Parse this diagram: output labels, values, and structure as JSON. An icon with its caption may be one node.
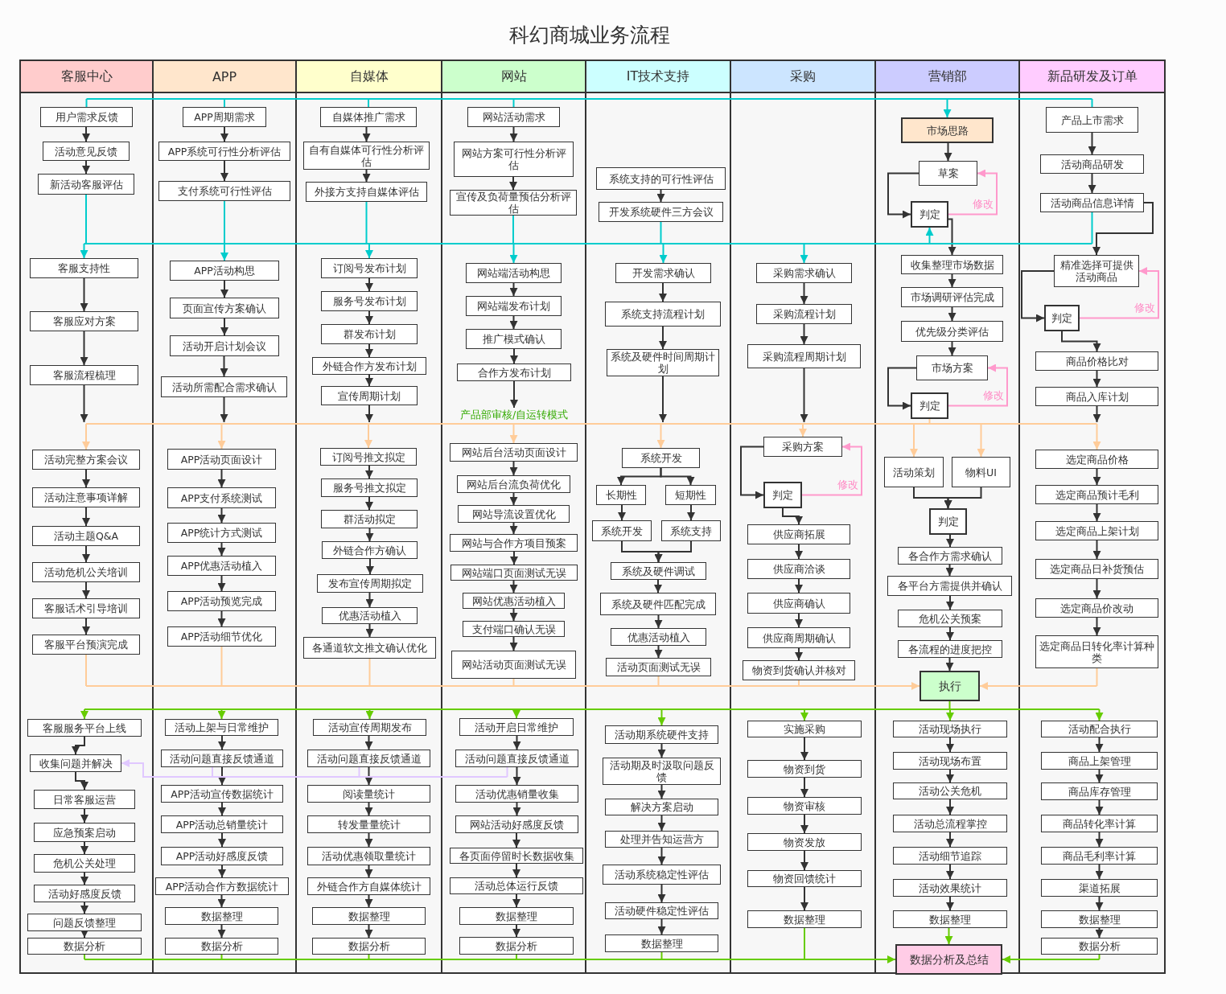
{
  "diagram": {
    "title": "科幻商城业务流程",
    "nodes": [
      {
        "text": [
          "客服中心"
        ]
      },
      {
        "text": [
          "用户需求反馈"
        ],
        "in": 0
      },
      {
        "text": [
          "活动意见反馈"
        ],
        "in": 0
      },
      {
        "text": [
          "新活动客服评估"
        ],
        "in": 0
      },
      {
        "text": [
          "客服支持性"
        ],
        "in": 0
      },
      {
        "text": [
          "客服应对方案"
        ],
        "in": 0
      },
      {
        "text": [
          "客服流程梳理"
        ],
        "in": 0
      },
      {
        "text": [
          "活动完整方案会议"
        ],
        "in": 0
      },
      {
        "text": [
          "活动注意事项详解"
        ],
        "in": 0
      },
      {
        "text": [
          "活动主题Q&A"
        ],
        "in": 0
      },
      {
        "text": [
          "活动危机公关培训"
        ],
        "in": 0
      },
      {
        "text": [
          "客服话术引导培训"
        ],
        "in": 0
      },
      {
        "text": [
          "客服平台预演完成"
        ],
        "in": 0
      },
      {
        "text": [
          "客服服务平台上线"
        ],
        "in": 0
      },
      {
        "text": [
          "收集问题并解决"
        ],
        "in": 0
      },
      {
        "text": [
          "日常客服运营"
        ],
        "in": 0
      },
      {
        "text": [
          "应急预案启动"
        ],
        "in": 0
      },
      {
        "text": [
          "危机公关处理"
        ],
        "in": 0
      },
      {
        "text": [
          "活动好感度反馈"
        ],
        "in": 0
      },
      {
        "text": [
          "问题反馈整理"
        ],
        "in": 0
      },
      {
        "text": [
          "数据分析"
        ],
        "in": 0
      },
      {
        "text": [
          "APP"
        ]
      },
      {
        "text": [
          "APP周期需求"
        ],
        "in": 21
      },
      {
        "text": [
          "APP系统可行性分析评估"
        ],
        "in": 21
      },
      {
        "text": [
          "支付系统可行性评估"
        ],
        "in": 21
      },
      {
        "text": [
          "APP活动构思"
        ],
        "in": 21
      },
      {
        "text": [
          "页面宣传方案确认"
        ],
        "in": 21
      },
      {
        "text": [
          "活动开启计划会议"
        ],
        "in": 21
      },
      {
        "text": [
          "活动所需配合需求确认"
        ],
        "in": 21
      },
      {
        "text": [
          "APP活动页面设计"
        ],
        "in": 21
      },
      {
        "text": [
          "APP支付系统测试"
        ],
        "in": 21
      },
      {
        "text": [
          "APP统计方式测试"
        ],
        "in": 21
      },
      {
        "text": [
          "APP优惠活动植入"
        ],
        "in": 21
      },
      {
        "text": [
          "APP活动预览完成"
        ],
        "in": 21
      },
      {
        "text": [
          "APP活动细节优化"
        ],
        "in": 21
      },
      {
        "text": [
          "活动上架与日常维护"
        ],
        "in": 21
      },
      {
        "text": [
          "活动问题直接反馈通道"
        ],
        "in": 21
      },
      {
        "text": [
          "APP活动宣传数据统计"
        ],
        "in": 21
      },
      {
        "text": [
          "APP活动总销量统计"
        ],
        "in": 21
      },
      {
        "text": [
          "APP活动好感度反馈"
        ],
        "in": 21
      },
      {
        "text": [
          "APP活动合作方数据统计"
        ],
        "in": 21
      },
      {
        "text": [
          "数据整理"
        ],
        "in": 21
      },
      {
        "text": [
          "数据分析"
        ],
        "in": 21
      },
      {
        "text": [
          "自媒体"
        ]
      },
      {
        "text": [
          "自媒体推广需求"
        ],
        "in": 43
      },
      {
        "text": [
          "自有自媒体可行性分析评估"
        ],
        "in": 43
      },
      {
        "text": [
          "外接方支持自媒体评估"
        ],
        "in": 43
      },
      {
        "text": [
          "订阅号发布计划"
        ],
        "in": 43
      },
      {
        "text": [
          "服务号发布计划"
        ],
        "in": 43
      },
      {
        "text": [
          "群发布计划"
        ],
        "in": 43
      },
      {
        "text": [
          "外链合作方发布计划"
        ],
        "in": 43
      },
      {
        "text": [
          "宣传周期计划"
        ],
        "in": 43
      },
      {
        "text": [
          "订阅号推文拟定"
        ],
        "in": 43
      },
      {
        "text": [
          "服务号推文拟定"
        ],
        "in": 43
      },
      {
        "text": [
          "群活动拟定"
        ],
        "in": 43
      },
      {
        "text": [
          "外链合作方确认"
        ],
        "in": 43
      },
      {
        "text": [
          "发布宣传周期拟定"
        ],
        "in": 43
      },
      {
        "text": [
          "优惠活动植入"
        ],
        "in": 43
      },
      {
        "text": [
          "各通道软文推文确认优化"
        ],
        "in": 43
      },
      {
        "text": [
          "活动宣传周期发布"
        ],
        "in": 43
      },
      {
        "text": [
          "活动问题直接反馈通道"
        ],
        "in": 43
      },
      {
        "text": [
          "阅读量统计"
        ],
        "in": 43
      },
      {
        "text": [
          "转发量量统计"
        ],
        "in": 43
      },
      {
        "text": [
          "活动优惠领取量统计"
        ],
        "in": 43
      },
      {
        "text": [
          "外链合作方自媒体统计"
        ],
        "in": 43
      },
      {
        "text": [
          "数据整理"
        ],
        "in": 43
      },
      {
        "text": [
          "数据分析"
        ],
        "in": 43
      },
      {
        "text": [
          "网站"
        ]
      },
      {
        "text": [
          "网站活动需求"
        ],
        "in": 67
      },
      {
        "text": [
          "网站方案可行性分析评估"
        ],
        "in": 67
      },
      {
        "text": [
          "宣传及负荷量预估分析评估"
        ],
        "in": 67
      },
      {
        "text": [
          "网站端活动构思"
        ],
        "in": 67
      },
      {
        "text": [
          "网站端发布计划"
        ],
        "in": 67
      },
      {
        "text": [
          "推广模式确认"
        ],
        "in": 67
      },
      {
        "text": [
          "合作方发布计划"
        ],
        "in": 67
      },
      {
        "text": [
          "产品部审核/自运转模式"
        ],
        "in": 67
      },
      {
        "text": [
          "网站后台活动页面设计"
        ],
        "in": 67
      },
      {
        "text": [
          "网站后台流负荷优化"
        ],
        "in": 67
      },
      {
        "text": [
          "网站导流设置优化"
        ],
        "in": 67
      },
      {
        "text": [
          "网站与合作方项目预案"
        ],
        "in": 67
      },
      {
        "text": [
          "网站端口页面测试无误"
        ],
        "in": 67
      },
      {
        "text": [
          "网站优惠活动植入"
        ],
        "in": 67
      },
      {
        "text": [
          "支付端口确认无误"
        ],
        "in": 67
      },
      {
        "text": [
          "网站活动页面测试无误"
        ],
        "in": 67
      },
      {
        "text": [
          "活动开启日常维护"
        ],
        "in": 67
      },
      {
        "text": [
          "活动问题直接反馈通道"
        ],
        "in": 67
      },
      {
        "text": [
          "活动优惠销量收集"
        ],
        "in": 67
      },
      {
        "text": [
          "网站活动好感度反馈"
        ],
        "in": 67
      },
      {
        "text": [
          "各页面停留时长数据收集"
        ],
        "in": 67
      },
      {
        "text": [
          "活动总体运行反馈"
        ],
        "in": 67
      },
      {
        "text": [
          "数据整理"
        ],
        "in": 67
      },
      {
        "text": [
          "数据分析"
        ],
        "in": 67
      },
      {
        "text": [
          "IT技术支持"
        ]
      },
      {
        "text": [
          "系统支持的可行性评估"
        ],
        "in": 92
      },
      {
        "text": [
          "开发系统硬件三方会议"
        ],
        "in": 92
      },
      {
        "text": [
          "开发需求确认"
        ],
        "in": 92
      },
      {
        "text": [
          "系统支持流程计划"
        ],
        "in": 92
      },
      {
        "text": [
          "系统及硬件时间周期计划"
        ],
        "in": 92
      },
      {
        "text": [
          "系统开发"
        ],
        "in": 92
      },
      {
        "text": [
          "长期性"
        ],
        "in": 92
      },
      {
        "text": [
          "短期性"
        ],
        "in": 92
      },
      {
        "text": [
          "系统开发"
        ],
        "in": 92
      },
      {
        "text": [
          "系统支持"
        ],
        "in": 92
      },
      {
        "text": [
          "系统及硬件调试"
        ],
        "in": 92
      },
      {
        "text": [
          "系统及硬件匹配完成"
        ],
        "in": 92
      },
      {
        "text": [
          "优惠活动植入"
        ],
        "in": 92
      },
      {
        "text": [
          "活动页面测试无误"
        ],
        "in": 92
      },
      {
        "text": [
          "活动期系统硬件支持"
        ],
        "in": 92
      },
      {
        "text": [
          "活动期及时汲取问题反馈"
        ],
        "in": 92
      },
      {
        "text": [
          "解决方案启动"
        ],
        "in": 92
      },
      {
        "text": [
          "处理并告知运营方"
        ],
        "in": 92
      },
      {
        "text": [
          "活动系统稳定性评估"
        ],
        "in": 92
      },
      {
        "text": [
          "活动硬件稳定性评估"
        ],
        "in": 92
      },
      {
        "text": [
          "数据整理"
        ],
        "in": 92
      },
      {
        "text": [
          "采购"
        ]
      },
      {
        "text": [
          "采购需求确认"
        ],
        "in": 114
      },
      {
        "text": [
          "采购流程计划"
        ],
        "in": 114
      },
      {
        "text": [
          "采购流程周期计划"
        ],
        "in": 114
      },
      {
        "text": [
          "采购方案"
        ],
        "in": 114
      },
      {
        "text": [
          "判定"
        ],
        "in": 114
      },
      {
        "text": [
          "供应商拓展"
        ],
        "in": 114
      },
      {
        "text": [
          "供应商洽谈"
        ],
        "in": 114
      },
      {
        "text": [
          "供应商确认"
        ],
        "in": 114
      },
      {
        "text": [
          "供应商周期确认"
        ],
        "in": 114
      },
      {
        "text": [
          "物资到货确认并核对"
        ],
        "in": 114
      },
      {
        "text": [
          "实施采购"
        ],
        "in": 114
      },
      {
        "text": [
          "物资到货"
        ],
        "in": 114
      },
      {
        "text": [
          "物资审核"
        ],
        "in": 114
      },
      {
        "text": [
          "物资发放"
        ],
        "in": 114
      },
      {
        "text": [
          "物资回馈统计"
        ],
        "in": 114
      },
      {
        "text": [
          "数据整理"
        ],
        "in": 114
      },
      {
        "text": [
          "营销部"
        ]
      },
      {
        "text": [
          "市场思路"
        ],
        "in": 131
      },
      {
        "text": [
          "草案"
        ],
        "in": 131
      },
      {
        "text": [
          "判定"
        ],
        "in": 131
      },
      {
        "text": [
          "收集整理市场数据"
        ],
        "in": 131
      },
      {
        "text": [
          "市场调研评估完成"
        ],
        "in": 131
      },
      {
        "text": [
          "优先级分类评估"
        ],
        "in": 131
      },
      {
        "text": [
          "市场方案"
        ],
        "in": 131
      },
      {
        "text": [
          "判定"
        ],
        "in": 131
      },
      {
        "text": [
          "活动策划"
        ],
        "in": 131
      },
      {
        "text": [
          "物料UI"
        ],
        "in": 131
      },
      {
        "text": [
          "判定"
        ],
        "in": 131
      },
      {
        "text": [
          "各合作方需求确认"
        ],
        "in": 131
      },
      {
        "text": [
          "各平台方需提供并确认"
        ],
        "in": 131
      },
      {
        "text": [
          "危机公关预案"
        ],
        "in": 131
      },
      {
        "text": [
          "各流程的进度把控"
        ],
        "in": 131
      },
      {
        "text": [
          "执行"
        ],
        "in": 131
      },
      {
        "text": [
          "活动现场执行"
        ],
        "in": 131
      },
      {
        "text": [
          "活动现场布置"
        ],
        "in": 131
      },
      {
        "text": [
          "活动公关危机"
        ],
        "in": 131
      },
      {
        "text": [
          "活动总流程掌控"
        ],
        "in": 131
      },
      {
        "text": [
          "活动细节追踪"
        ],
        "in": 131
      },
      {
        "text": [
          "活动效果统计"
        ],
        "in": 131
      },
      {
        "text": [
          "数据整理"
        ],
        "in": 131
      },
      {
        "text": [
          "数据分析及总结"
        ],
        "in": 131
      },
      {
        "text": [
          "新品研发及订单"
        ]
      },
      {
        "text": [
          "产品上市需求"
        ],
        "in": 156
      },
      {
        "text": [
          "活动商品研发"
        ],
        "in": 156
      },
      {
        "text": [
          "活动商品信息详情"
        ],
        "in": 156
      },
      {
        "text": [
          "精准选择可提供活动商品"
        ],
        "in": 156
      },
      {
        "text": [
          "判定"
        ],
        "in": 156
      },
      {
        "text": [
          "商品价格比对"
        ],
        "in": 156
      },
      {
        "text": [
          "商品入库计划"
        ],
        "in": 156
      },
      {
        "text": [
          "选定商品价格"
        ],
        "in": 156
      },
      {
        "text": [
          "选定商品预计毛利"
        ],
        "in": 156
      },
      {
        "text": [
          "选定商品上架计划"
        ],
        "in": 156
      },
      {
        "text": [
          "选定商品日补货预估"
        ],
        "in": 156
      },
      {
        "text": [
          "选定商品价改动"
        ],
        "in": 156
      },
      {
        "text": [
          "选定商品日转化率计算种类"
        ],
        "in": 156
      },
      {
        "text": [
          "活动配合执行"
        ],
        "in": 156
      },
      {
        "text": [
          "商品上架管理"
        ],
        "in": 156
      },
      {
        "text": [
          "商品库存管理"
        ],
        "in": 156
      },
      {
        "text": [
          "商品转化率计算"
        ],
        "in": 156
      },
      {
        "text": [
          "商品毛利率计算"
        ],
        "in": 156
      },
      {
        "text": [
          "渠道拓展"
        ],
        "in": 156
      },
      {
        "text": [
          "数据整理"
        ],
        "in": 156
      },
      {
        "text": [
          "数据分析"
        ],
        "in": 156
      }
    ],
    "edges": [
      {
        "from": 1,
        "to": 2,
        "arrow": "to"
      },
      {
        "from": 2,
        "to": 3,
        "arrow": "to"
      },
      {
        "from": 4,
        "to": 5,
        "arrow": "to"
      },
      {
        "from": 5,
        "to": 6,
        "arrow": "to"
      },
      {
        "from": 7,
        "to": 8,
        "arrow": "to"
      },
      {
        "from": 8,
        "to": 9,
        "arrow": "to"
      },
      {
        "from": 9,
        "to": 10,
        "arrow": "to"
      },
      {
        "from": 10,
        "to": 11,
        "arrow": "to"
      },
      {
        "from": 11,
        "to": 12,
        "arrow": "to"
      },
      {
        "from": 13,
        "to": 14,
        "arrow": "to"
      },
      {
        "from": 14,
        "to": 15,
        "arrow": "to"
      },
      {
        "from": 15,
        "to": 16,
        "arrow": "to"
      },
      {
        "from": 16,
        "to": 17,
        "arrow": "to"
      },
      {
        "from": 17,
        "to": 18,
        "arrow": "to"
      },
      {
        "from": 18,
        "to": 19,
        "arrow": "to"
      },
      {
        "from": 19,
        "to": 20,
        "arrow": "to"
      },
      {
        "from": 22,
        "to": 23,
        "arrow": "to"
      },
      {
        "from": 23,
        "to": 24,
        "arrow": "to"
      },
      {
        "from": 25,
        "to": 26,
        "arrow": "to"
      },
      {
        "from": 26,
        "to": 27,
        "arrow": "to"
      },
      {
        "from": 27,
        "to": 28,
        "arrow": "to"
      },
      {
        "from": 29,
        "to": 30,
        "arrow": "to"
      },
      {
        "from": 30,
        "to": 31,
        "arrow": "to"
      },
      {
        "from": 31,
        "to": 32,
        "arrow": "to"
      },
      {
        "from": 32,
        "to": 33,
        "arrow": "to"
      },
      {
        "from": 33,
        "to": 34,
        "arrow": "to"
      },
      {
        "from": 35,
        "to": 36,
        "arrow": "to"
      },
      {
        "from": 36,
        "to": 37,
        "arrow": "to"
      },
      {
        "from": 37,
        "to": 38,
        "arrow": "to"
      },
      {
        "from": 38,
        "to": 39,
        "arrow": "to"
      },
      {
        "from": 39,
        "to": 40,
        "arrow": "to"
      },
      {
        "from": 40,
        "to": 41,
        "arrow": "to"
      },
      {
        "from": 41,
        "to": 42,
        "arrow": "to"
      },
      {
        "from": 44,
        "to": 45,
        "arrow": "to"
      },
      {
        "from": 45,
        "to": 46,
        "arrow": "to"
      },
      {
        "from": 47,
        "to": 48,
        "arrow": "to"
      },
      {
        "from": 48,
        "to": 49,
        "arrow": "to"
      },
      {
        "from": 49,
        "to": 50,
        "arrow": "to"
      },
      {
        "from": 50,
        "to": 51,
        "arrow": "to"
      },
      {
        "from": 52,
        "to": 53,
        "arrow": "to"
      },
      {
        "from": 53,
        "to": 54,
        "arrow": "to"
      },
      {
        "from": 54,
        "to": 55,
        "arrow": "to"
      },
      {
        "from": 55,
        "to": 56,
        "arrow": "to"
      },
      {
        "from": 56,
        "to": 57,
        "arrow": "to"
      },
      {
        "from": 57,
        "to": 58,
        "arrow": "to"
      },
      {
        "from": 59,
        "to": 60,
        "arrow": "to"
      },
      {
        "from": 60,
        "to": 61,
        "arrow": "to"
      },
      {
        "from": 61,
        "to": 62,
        "arrow": "to"
      },
      {
        "from": 62,
        "to": 63,
        "arrow": "to"
      },
      {
        "from": 63,
        "to": 64,
        "arrow": "to"
      },
      {
        "from": 64,
        "to": 65,
        "arrow": "to"
      },
      {
        "from": 65,
        "to": 66,
        "arrow": "to"
      },
      {
        "from": 68,
        "to": 69,
        "arrow": "to"
      },
      {
        "from": 69,
        "to": 70,
        "arrow": "to"
      },
      {
        "from": 71,
        "to": 72,
        "arrow": "to"
      },
      {
        "from": 72,
        "to": 73,
        "arrow": "to"
      },
      {
        "from": 73,
        "to": 74,
        "arrow": "to"
      },
      {
        "from": 74,
        "to": 75,
        "arrow": "to"
      },
      {
        "from": 76,
        "to": 77,
        "arrow": "to"
      },
      {
        "from": 77,
        "to": 78,
        "arrow": "to"
      },
      {
        "from": 78,
        "to": 79,
        "arrow": "to"
      },
      {
        "from": 79,
        "to": 80,
        "arrow": "to"
      },
      {
        "from": 80,
        "to": 81,
        "arrow": "to"
      },
      {
        "from": 81,
        "to": 82,
        "arrow": "to"
      },
      {
        "from": 82,
        "to": 83,
        "arrow": "to"
      },
      {
        "from": 84,
        "to": 85,
        "arrow": "to"
      },
      {
        "from": 85,
        "to": 86,
        "arrow": "to"
      },
      {
        "from": 86,
        "to": 87,
        "arrow": "to"
      },
      {
        "from": 87,
        "to": 88,
        "arrow": "to"
      },
      {
        "from": 88,
        "to": 89,
        "arrow": "to"
      },
      {
        "from": 89,
        "to": 90,
        "arrow": "to"
      },
      {
        "from": 90,
        "to": 91,
        "arrow": "to"
      },
      {
        "from": 93,
        "to": 94,
        "arrow": "to"
      },
      {
        "from": 95,
        "to": 96,
        "arrow": "to"
      },
      {
        "from": 96,
        "to": 97,
        "arrow": "to"
      },
      {
        "from": 98,
        "to": 99,
        "arrow": "to"
      },
      {
        "from": 98,
        "to": 100,
        "arrow": "to"
      },
      {
        "from": 99,
        "to": 101,
        "arrow": "to"
      },
      {
        "from": 100,
        "to": 102,
        "arrow": "to"
      },
      {
        "from": 101,
        "to": 103,
        "arrow": "to"
      },
      {
        "from": 102,
        "to": 103,
        "arrow": "to"
      },
      {
        "from": 103,
        "to": 104,
        "arrow": "to"
      },
      {
        "from": 104,
        "to": 105,
        "arrow": "to"
      },
      {
        "from": 105,
        "to": 106,
        "arrow": "to"
      },
      {
        "from": 107,
        "to": 108,
        "arrow": "to"
      },
      {
        "from": 108,
        "to": 109,
        "arrow": "to"
      },
      {
        "from": 109,
        "to": 110,
        "arrow": "to"
      },
      {
        "from": 110,
        "to": 111,
        "arrow": "to"
      },
      {
        "from": 111,
        "to": 112,
        "arrow": "to"
      },
      {
        "from": 112,
        "to": 113,
        "arrow": "to"
      },
      {
        "from": 115,
        "to": 116,
        "arrow": "to"
      },
      {
        "from": 116,
        "to": 117,
        "arrow": "to"
      },
      {
        "from": 118,
        "to": 119,
        "arrow": "to"
      },
      {
        "from": 119,
        "to": 118,
        "arrow": "to",
        "label": "修改",
        "color": "#ff99cc"
      },
      {
        "from": 119,
        "to": 120,
        "arrow": "to"
      },
      {
        "from": 120,
        "to": 121,
        "arrow": "to"
      },
      {
        "from": 121,
        "to": 122,
        "arrow": "to"
      },
      {
        "from": 122,
        "to": 123,
        "arrow": "to"
      },
      {
        "from": 123,
        "to": 124,
        "arrow": "to"
      },
      {
        "from": 125,
        "to": 126,
        "arrow": "to"
      },
      {
        "from": 126,
        "to": 127,
        "arrow": "to"
      },
      {
        "from": 127,
        "to": 128,
        "arrow": "to"
      },
      {
        "from": 128,
        "to": 129,
        "arrow": "to"
      },
      {
        "from": 129,
        "to": 130,
        "arrow": "to"
      },
      {
        "from": 132,
        "to": 133,
        "arrow": "to"
      },
      {
        "from": 133,
        "to": 134,
        "arrow": "to"
      },
      {
        "from": 134,
        "to": 133,
        "arrow": "to",
        "label": "修改",
        "color": "#ff99cc"
      },
      {
        "from": 134,
        "to": 135,
        "arrow": "to"
      },
      {
        "from": 135,
        "to": 136,
        "arrow": "to"
      },
      {
        "from": 136,
        "to": 137,
        "arrow": "to"
      },
      {
        "from": 137,
        "to": 138,
        "arrow": "to"
      },
      {
        "from": 138,
        "to": 139,
        "arrow": "to"
      },
      {
        "from": 139,
        "to": 138,
        "arrow": "to",
        "label": "修改",
        "color": "#ff99cc"
      },
      {
        "from": 140,
        "to": 142,
        "arrow": "to"
      },
      {
        "from": 141,
        "to": 142,
        "arrow": "to"
      },
      {
        "from": 142,
        "to": 143,
        "arrow": "to"
      },
      {
        "from": 143,
        "to": 144,
        "arrow": "to"
      },
      {
        "from": 144,
        "to": 145,
        "arrow": "to"
      },
      {
        "from": 145,
        "to": 146,
        "arrow": "to"
      },
      {
        "from": 146,
        "to": 147,
        "arrow": "to"
      },
      {
        "from": 148,
        "to": 149,
        "arrow": "to"
      },
      {
        "from": 149,
        "to": 150,
        "arrow": "to"
      },
      {
        "from": 150,
        "to": 151,
        "arrow": "to"
      },
      {
        "from": 151,
        "to": 152,
        "arrow": "to"
      },
      {
        "from": 152,
        "to": 153,
        "arrow": "to"
      },
      {
        "from": 153,
        "to": 154,
        "arrow": "to"
      },
      {
        "from": 157,
        "to": 158,
        "arrow": "to"
      },
      {
        "from": 158,
        "to": 159,
        "arrow": "to"
      },
      {
        "from": 159,
        "to": 160,
        "arrow": "to"
      },
      {
        "from": 160,
        "to": 161,
        "arrow": "to"
      },
      {
        "from": 161,
        "to": 160,
        "arrow": "to",
        "label": "修改",
        "color": "#ff99cc"
      },
      {
        "from": 161,
        "to": 162,
        "arrow": "to"
      },
      {
        "from": 162,
        "to": 163,
        "arrow": "to"
      },
      {
        "from": 164,
        "to": 165,
        "arrow": "to"
      },
      {
        "from": 165,
        "to": 166,
        "arrow": "to"
      },
      {
        "from": 166,
        "to": 167,
        "arrow": "to"
      },
      {
        "from": 167,
        "to": 168,
        "arrow": "to"
      },
      {
        "from": 168,
        "to": 169,
        "arrow": "to"
      },
      {
        "from": 170,
        "to": 171,
        "arrow": "to"
      },
      {
        "from": 171,
        "to": 172,
        "arrow": "to"
      },
      {
        "from": 172,
        "to": 173,
        "arrow": "to"
      },
      {
        "from": 173,
        "to": 174,
        "arrow": "to"
      },
      {
        "from": 174,
        "to": 175,
        "arrow": "to"
      },
      {
        "from": 175,
        "to": 176,
        "arrow": "to"
      },
      {
        "from": 176,
        "to": 177,
        "arrow": "to"
      },
      {
        "from": 1,
        "to": 132,
        "arrow": "to",
        "color": "#00cccc"
      },
      {
        "from": 22,
        "to": 132,
        "arrow": "to",
        "color": "#00cccc"
      },
      {
        "from": 44,
        "to": 132,
        "arrow": "to",
        "color": "#00cccc"
      },
      {
        "from": 68,
        "to": 132,
        "arrow": "to",
        "color": "#00cccc"
      },
      {
        "from": 157,
        "to": 132,
        "arrow": "to",
        "color": "#00cccc"
      },
      {
        "from": 3,
        "to": 4,
        "arrow": "to",
        "color": "#00cccc"
      },
      {
        "from": 3,
        "to": 25,
        "arrow": "to",
        "color": "#00cccc"
      },
      {
        "from": 3,
        "to": 47,
        "arrow": "to",
        "color": "#00cccc"
      },
      {
        "from": 3,
        "to": 71,
        "arrow": "to",
        "color": "#00cccc"
      },
      {
        "from": 3,
        "to": 95,
        "arrow": "to",
        "color": "#00cccc"
      },
      {
        "from": 3,
        "to": 115,
        "arrow": "to",
        "color": "#00cccc"
      },
      {
        "from": 3,
        "to": 134,
        "arrow": "to",
        "color": "#00cccc"
      },
      {
        "from": 24,
        "to": 4,
        "arrow": "to",
        "color": "#00cccc"
      },
      {
        "from": 24,
        "to": 25,
        "arrow": "to",
        "color": "#00cccc"
      },
      {
        "from": 24,
        "to": 47,
        "arrow": "to",
        "color": "#00cccc"
      },
      {
        "from": 24,
        "to": 71,
        "arrow": "to",
        "color": "#00cccc"
      },
      {
        "from": 24,
        "to": 95,
        "arrow": "to",
        "color": "#00cccc"
      },
      {
        "from": 24,
        "to": 115,
        "arrow": "to",
        "color": "#00cccc"
      },
      {
        "from": 24,
        "to": 134,
        "arrow": "to",
        "color": "#00cccc"
      },
      {
        "from": 46,
        "to": 4,
        "arrow": "to",
        "color": "#00cccc"
      },
      {
        "from": 46,
        "to": 25,
        "arrow": "to",
        "color": "#00cccc"
      },
      {
        "from": 46,
        "to": 47,
        "arrow": "to",
        "color": "#00cccc"
      },
      {
        "from": 46,
        "to": 71,
        "arrow": "to",
        "color": "#00cccc"
      },
      {
        "from": 46,
        "to": 95,
        "arrow": "to",
        "color": "#00cccc"
      },
      {
        "from": 46,
        "to": 115,
        "arrow": "to",
        "color": "#00cccc"
      },
      {
        "from": 46,
        "to": 134,
        "arrow": "to",
        "color": "#00cccc"
      },
      {
        "from": 70,
        "to": 4,
        "arrow": "to",
        "color": "#00cccc"
      },
      {
        "from": 70,
        "to": 25,
        "arrow": "to",
        "color": "#00cccc"
      },
      {
        "from": 70,
        "to": 47,
        "arrow": "to",
        "color": "#00cccc"
      },
      {
        "from": 70,
        "to": 71,
        "arrow": "to",
        "color": "#00cccc"
      },
      {
        "from": 70,
        "to": 95,
        "arrow": "to",
        "color": "#00cccc"
      },
      {
        "from": 70,
        "to": 115,
        "arrow": "to",
        "color": "#00cccc"
      },
      {
        "from": 70,
        "to": 134,
        "arrow": "to",
        "color": "#00cccc"
      },
      {
        "from": 94,
        "to": 4,
        "arrow": "to",
        "color": "#00cccc"
      },
      {
        "from": 94,
        "to": 25,
        "arrow": "to",
        "color": "#00cccc"
      },
      {
        "from": 94,
        "to": 47,
        "arrow": "to",
        "color": "#00cccc"
      },
      {
        "from": 94,
        "to": 71,
        "arrow": "to",
        "color": "#00cccc"
      },
      {
        "from": 94,
        "to": 95,
        "arrow": "to",
        "color": "#00cccc"
      },
      {
        "from": 94,
        "to": 115,
        "arrow": "to",
        "color": "#00cccc"
      },
      {
        "from": 94,
        "to": 134,
        "arrow": "to",
        "color": "#00cccc"
      },
      {
        "from": 159,
        "to": 4,
        "arrow": "to",
        "color": "#00cccc"
      },
      {
        "from": 159,
        "to": 25,
        "arrow": "to",
        "color": "#00cccc"
      },
      {
        "from": 159,
        "to": 47,
        "arrow": "to",
        "color": "#00cccc"
      },
      {
        "from": 159,
        "to": 71,
        "arrow": "to",
        "color": "#00cccc"
      },
      {
        "from": 159,
        "to": 95,
        "arrow": "to",
        "color": "#00cccc"
      },
      {
        "from": 159,
        "to": 115,
        "arrow": "to",
        "color": "#00cccc"
      },
      {
        "from": 159,
        "to": 134,
        "arrow": "to",
        "color": "#00cccc"
      },
      {
        "from": 6,
        "to": 7,
        "arrow": "to"
      },
      {
        "from": 28,
        "to": 29,
        "arrow": "to"
      },
      {
        "from": 51,
        "to": 52,
        "arrow": "to"
      },
      {
        "from": 97,
        "to": 98,
        "arrow": "to"
      },
      {
        "from": 117,
        "to": 118,
        "arrow": "to"
      },
      {
        "from": 163,
        "to": 164,
        "arrow": "to"
      },
      {
        "from": 139,
        "to": 7,
        "arrow": "to",
        "color": "#ffcc99"
      },
      {
        "from": 139,
        "to": 29,
        "arrow": "to",
        "color": "#ffcc99"
      },
      {
        "from": 139,
        "to": 52,
        "arrow": "to",
        "color": "#ffcc99"
      },
      {
        "from": 139,
        "to": 76,
        "arrow": "to",
        "color": "#ffcc99"
      },
      {
        "from": 139,
        "to": 98,
        "arrow": "to",
        "color": "#ffcc99"
      },
      {
        "from": 139,
        "to": 118,
        "arrow": "to",
        "color": "#ffcc99"
      },
      {
        "from": 139,
        "to": 140,
        "arrow": "to",
        "color": "#ffcc99"
      },
      {
        "from": 139,
        "to": 141,
        "arrow": "to",
        "color": "#ffcc99"
      },
      {
        "from": 139,
        "to": 164,
        "arrow": "to",
        "color": "#ffcc99"
      },
      {
        "from": 12,
        "to": 147,
        "arrow": "to",
        "color": "#ffcc99"
      },
      {
        "from": 34,
        "to": 147,
        "arrow": "to",
        "color": "#ffcc99"
      },
      {
        "from": 58,
        "to": 147,
        "arrow": "to",
        "color": "#ffcc99"
      },
      {
        "from": 83,
        "to": 147,
        "arrow": "to",
        "color": "#ffcc99"
      },
      {
        "from": 106,
        "to": 147,
        "arrow": "to",
        "color": "#ffcc99"
      },
      {
        "from": 124,
        "to": 147,
        "arrow": "to",
        "color": "#ffcc99"
      },
      {
        "from": 169,
        "to": 147,
        "arrow": "to",
        "color": "#ffcc99"
      },
      {
        "from": 147,
        "to": 13,
        "arrow": "to",
        "color": "#66cc00"
      },
      {
        "from": 147,
        "to": 35,
        "arrow": "to",
        "color": "#66cc00"
      },
      {
        "from": 147,
        "to": 59,
        "arrow": "to",
        "color": "#66cc00"
      },
      {
        "from": 147,
        "to": 84,
        "arrow": "to",
        "color": "#66cc00"
      },
      {
        "from": 147,
        "to": 107,
        "arrow": "to",
        "color": "#66cc00"
      },
      {
        "from": 147,
        "to": 125,
        "arrow": "to",
        "color": "#66cc00"
      },
      {
        "from": 147,
        "to": 148,
        "arrow": "to",
        "color": "#66cc00"
      },
      {
        "from": 147,
        "to": 170,
        "arrow": "to",
        "color": "#66cc00"
      },
      {
        "from": 20,
        "to": 155,
        "arrow": "to",
        "color": "#66cc00"
      },
      {
        "from": 42,
        "to": 155,
        "arrow": "to",
        "color": "#66cc00"
      },
      {
        "from": 66,
        "to": 155,
        "arrow": "to",
        "color": "#66cc00"
      },
      {
        "from": 91,
        "to": 155,
        "arrow": "to",
        "color": "#66cc00"
      },
      {
        "from": 113,
        "to": 155,
        "arrow": "to",
        "color": "#66cc00"
      },
      {
        "from": 130,
        "to": 155,
        "arrow": "to",
        "color": "#66cc00"
      },
      {
        "from": 154,
        "to": 155,
        "arrow": "to",
        "color": "#66cc00"
      },
      {
        "from": 177,
        "to": 155,
        "arrow": "to",
        "color": "#66cc00"
      },
      {
        "from": 36,
        "to": 14,
        "arrow": "to",
        "color": "#e0c8ff"
      },
      {
        "from": 60,
        "to": 14,
        "arrow": "to",
        "color": "#e0c8ff"
      },
      {
        "from": 85,
        "to": 14,
        "arrow": "to",
        "color": "#e0c8ff"
      }
    ]
  }
}
